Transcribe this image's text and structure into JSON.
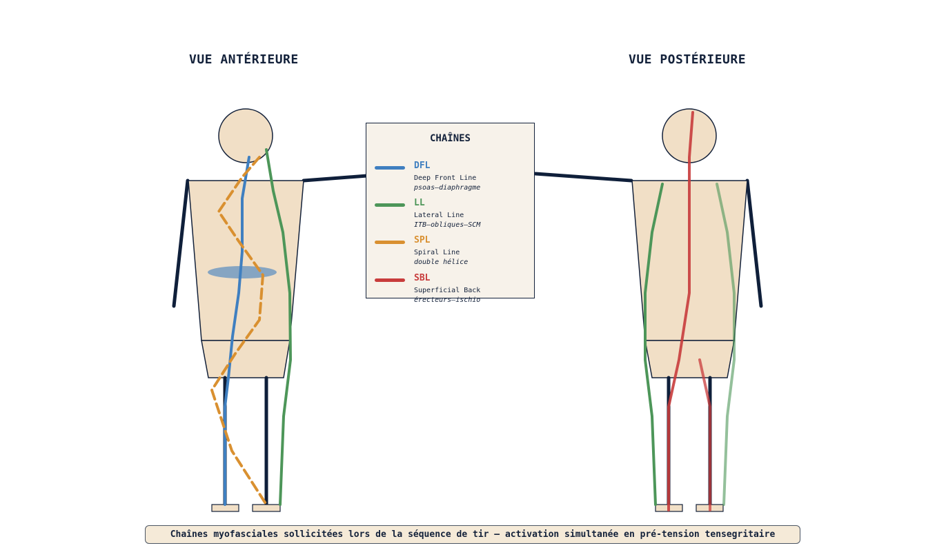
{
  "views": {
    "anterior_title": "VUE ANTÉRIEURE",
    "posterior_title": "VUE POSTÉRIEURE"
  },
  "legend": {
    "title": "CHAÎNES",
    "items": [
      {
        "code": "DFL",
        "name": "Deep Front Line",
        "desc": "psoas–diaphragme",
        "color": "#3f7fc0"
      },
      {
        "code": "LL",
        "name": "Lateral Line",
        "desc": "ITB–obliques–SCM",
        "color": "#4d9659"
      },
      {
        "code": "SPL",
        "name": "Spiral Line",
        "desc": "double hélice",
        "color": "#d99030"
      },
      {
        "code": "SBL",
        "name": "Superficial Back",
        "desc": "érecteurs–ischio",
        "color": "#c83c3c"
      }
    ]
  },
  "colors": {
    "body_fill": "#f1dfc6",
    "outline": "#13213a",
    "limb": "#0f1f3a"
  },
  "caption": "Chaînes myofasciales sollicitées lors de la séquence de tir — activation simultanée en pré-tension tensegritaire"
}
